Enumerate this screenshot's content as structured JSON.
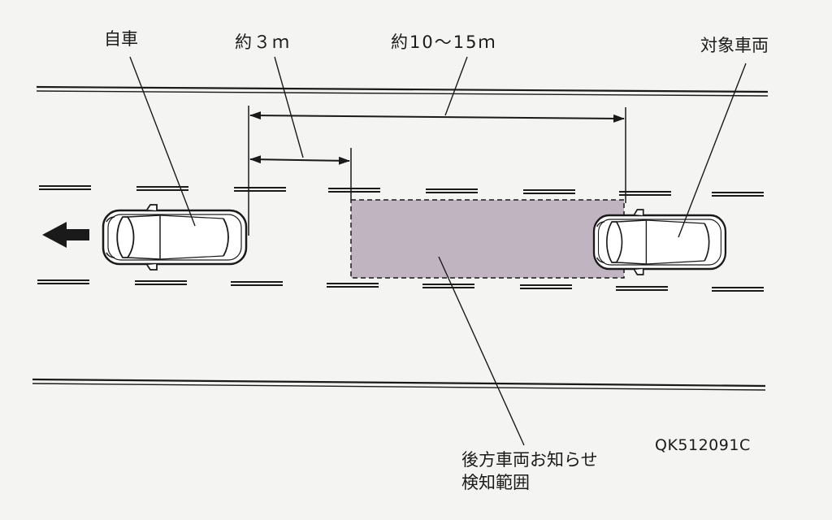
{
  "labels": {
    "own_vehicle": "自車",
    "distance_short": "約３ｍ",
    "distance_long": "約10～15ｍ",
    "target_vehicle": "対象車両",
    "detection_zone_line1": "後方車両お知らせ",
    "detection_zone_line2": "検知範囲",
    "figure_code": "QK512091C"
  },
  "icons": {
    "direction": "left-arrow-icon",
    "own_vehicle": "car-topview-icon",
    "target_vehicle": "car-topview-icon"
  },
  "colors": {
    "line": "#1a1a1a",
    "detection_zone_fill": "#b7a8b8",
    "background": "#f4f4f2"
  }
}
